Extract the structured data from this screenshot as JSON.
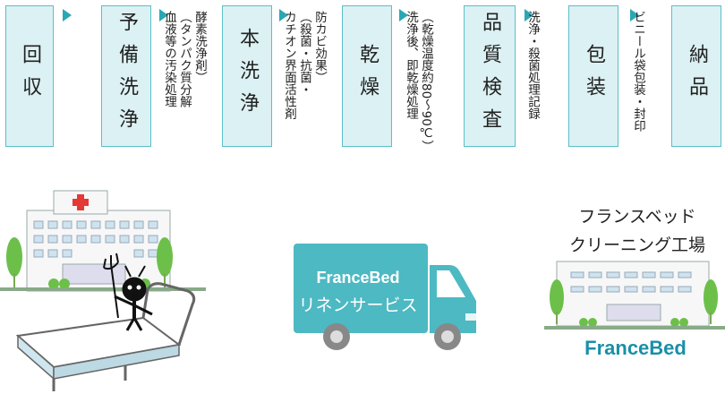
{
  "steps": [
    {
      "label": "回収"
    },
    {
      "label": "予備洗浄"
    },
    {
      "label": "本洗浄"
    },
    {
      "label": "乾燥"
    },
    {
      "label": "品質検査"
    },
    {
      "label": "包装"
    },
    {
      "label": "納品"
    }
  ],
  "notes": {
    "prewash": "酵素洗浄剤）\n（タンパク質分解\n血液等の汚染処理",
    "mainwash": "防カビ効果）\n（殺菌・抗菌・\nカチオン界面活性剤",
    "dry": "（乾燥温度約80〜90℃）\n洗浄後、即乾燥処理",
    "inspect": "洗浄・殺菌処理記録",
    "pack": "ビニール袋包装・封印"
  },
  "factory_title": "フランスベッド\nクリーニング工場",
  "truck": {
    "brand": "FranceBed",
    "service": "リネンサービス"
  },
  "factory_brand": "FranceBed",
  "colors": {
    "accent": "#2aa7b5",
    "box_fill": "#dcf1f3",
    "box_border": "#5bbfc7",
    "truck": "#4db9c2",
    "tree": "#6cc04a"
  }
}
